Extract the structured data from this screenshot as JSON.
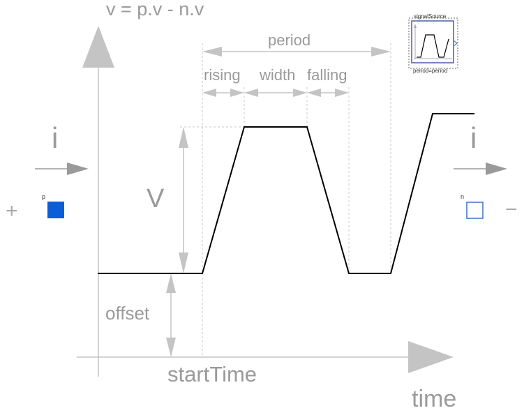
{
  "diagram": {
    "equation": "v = p.v - n.v",
    "labels": {
      "period": "period",
      "rising": "rising",
      "width": "width",
      "falling": "falling",
      "amplitude": "V",
      "offset": "offset",
      "start_time": "startTime",
      "time_axis": "time",
      "current_left": "i",
      "current_right": "i"
    },
    "pins": {
      "positive_label": "p",
      "negative_label": "n",
      "positive_sign": "+",
      "negative_sign": "−",
      "positive_color": "#0b5ed7",
      "negative_color": "#3b6fd4"
    },
    "icon": {
      "title": "signalSource",
      "param": "period=period"
    },
    "colors": {
      "annotation": "#b0b0b0",
      "text": "#9a9a9a",
      "waveform": "#000000"
    }
  }
}
